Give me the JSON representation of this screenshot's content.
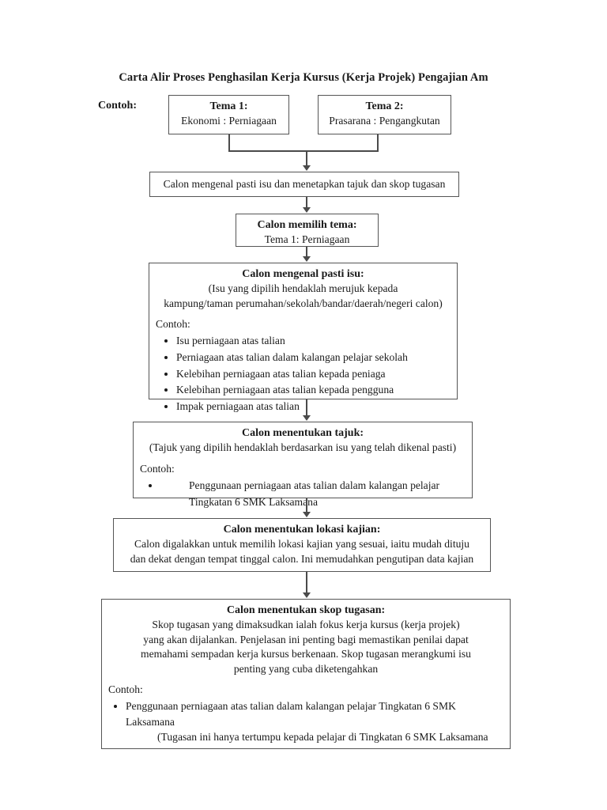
{
  "document": {
    "title": "Carta Alir Proses Penghasilan Kerja Kursus (Kerja Projek) Pengajian Am",
    "contoh_label": "Contoh:"
  },
  "flowchart": {
    "type": "flowchart",
    "orientation": "top-to-bottom",
    "nodes": [
      {
        "id": "tema1",
        "header": "Tema 1:",
        "subtitle": "Ekonomi : Perniagaan"
      },
      {
        "id": "tema2",
        "header": "Tema 2:",
        "subtitle": "Prasarana : Pengangkutan"
      },
      {
        "id": "identify",
        "text": "Calon mengenal pasti isu dan menetapkan tajuk dan skop tugasan"
      },
      {
        "id": "pick_theme",
        "header": "Calon memilih tema:",
        "subtitle": "Tema 1: Perniagaan"
      },
      {
        "id": "identify_issue",
        "header": "Calon mengenal pasti isu:",
        "note_line1": "(Isu yang dipilih hendaklah merujuk kepada",
        "note_line2": "kampung/taman perumahan/sekolah/bandar/daerah/negeri calon)",
        "example_label": "Contoh:",
        "bullets": [
          "Isu perniagaan atas talian",
          "Perniagaan atas talian dalam kalangan pelajar sekolah",
          "Kelebihan perniagaan atas talian kepada peniaga",
          "Kelebihan perniagaan atas talian kepada pengguna",
          "Impak perniagaan atas talian"
        ]
      },
      {
        "id": "determine_title",
        "header": "Calon menentukan tajuk:",
        "note_line1": "(Tajuk yang dipilih hendaklah berdasarkan isu yang telah dikenal pasti)",
        "example_label": "Contoh:",
        "bullets": [
          "Penggunaan perniagaan atas talian dalam kalangan pelajar Tingkatan 6 SMK Laksamana"
        ]
      },
      {
        "id": "determine_location",
        "header": "Calon menentukan lokasi kajian:",
        "body_line1": "Calon digalakkan untuk memilih lokasi kajian yang sesuai, iaitu mudah dituju",
        "body_line2": "dan dekat dengan tempat tinggal calon. Ini memudahkan pengutipan data kajian"
      },
      {
        "id": "determine_scope",
        "header": "Calon menentukan skop tugasan:",
        "body_line1": "Skop tugasan yang dimaksudkan ialah fokus kerja kursus (kerja projek)",
        "body_line2": "yang akan dijalankan. Penjelasan ini penting bagi memastikan penilai dapat",
        "body_line3": "memahami sempadan kerja kursus berkenaan. Skop tugasan merangkumi isu",
        "body_line4": "penting yang cuba diketengahkan",
        "example_label": "Contoh:",
        "bullets": [
          "Penggunaan perniagaan atas talian dalam kalangan pelajar Tingkatan 6 SMK Laksamana"
        ],
        "note_line": "(Tugasan ini hanya tertumpu kepada pelajar di Tingkatan 6 SMK Laksamana"
      }
    ],
    "edges": [
      {
        "from": "tema1",
        "to": "identify",
        "style": "merge-down"
      },
      {
        "from": "tema2",
        "to": "identify",
        "style": "merge-down"
      },
      {
        "from": "identify",
        "to": "pick_theme",
        "style": "arrow-down"
      },
      {
        "from": "pick_theme",
        "to": "identify_issue",
        "style": "arrow-down"
      },
      {
        "from": "identify_issue",
        "to": "determine_title",
        "style": "arrow-down"
      },
      {
        "from": "determine_title",
        "to": "determine_location",
        "style": "arrow-down"
      },
      {
        "from": "determine_location",
        "to": "determine_scope",
        "style": "arrow-down"
      }
    ],
    "colors": {
      "border": "#555555",
      "connector": "#4a4a4a",
      "text": "#1a1a1a",
      "background": "#ffffff"
    }
  }
}
